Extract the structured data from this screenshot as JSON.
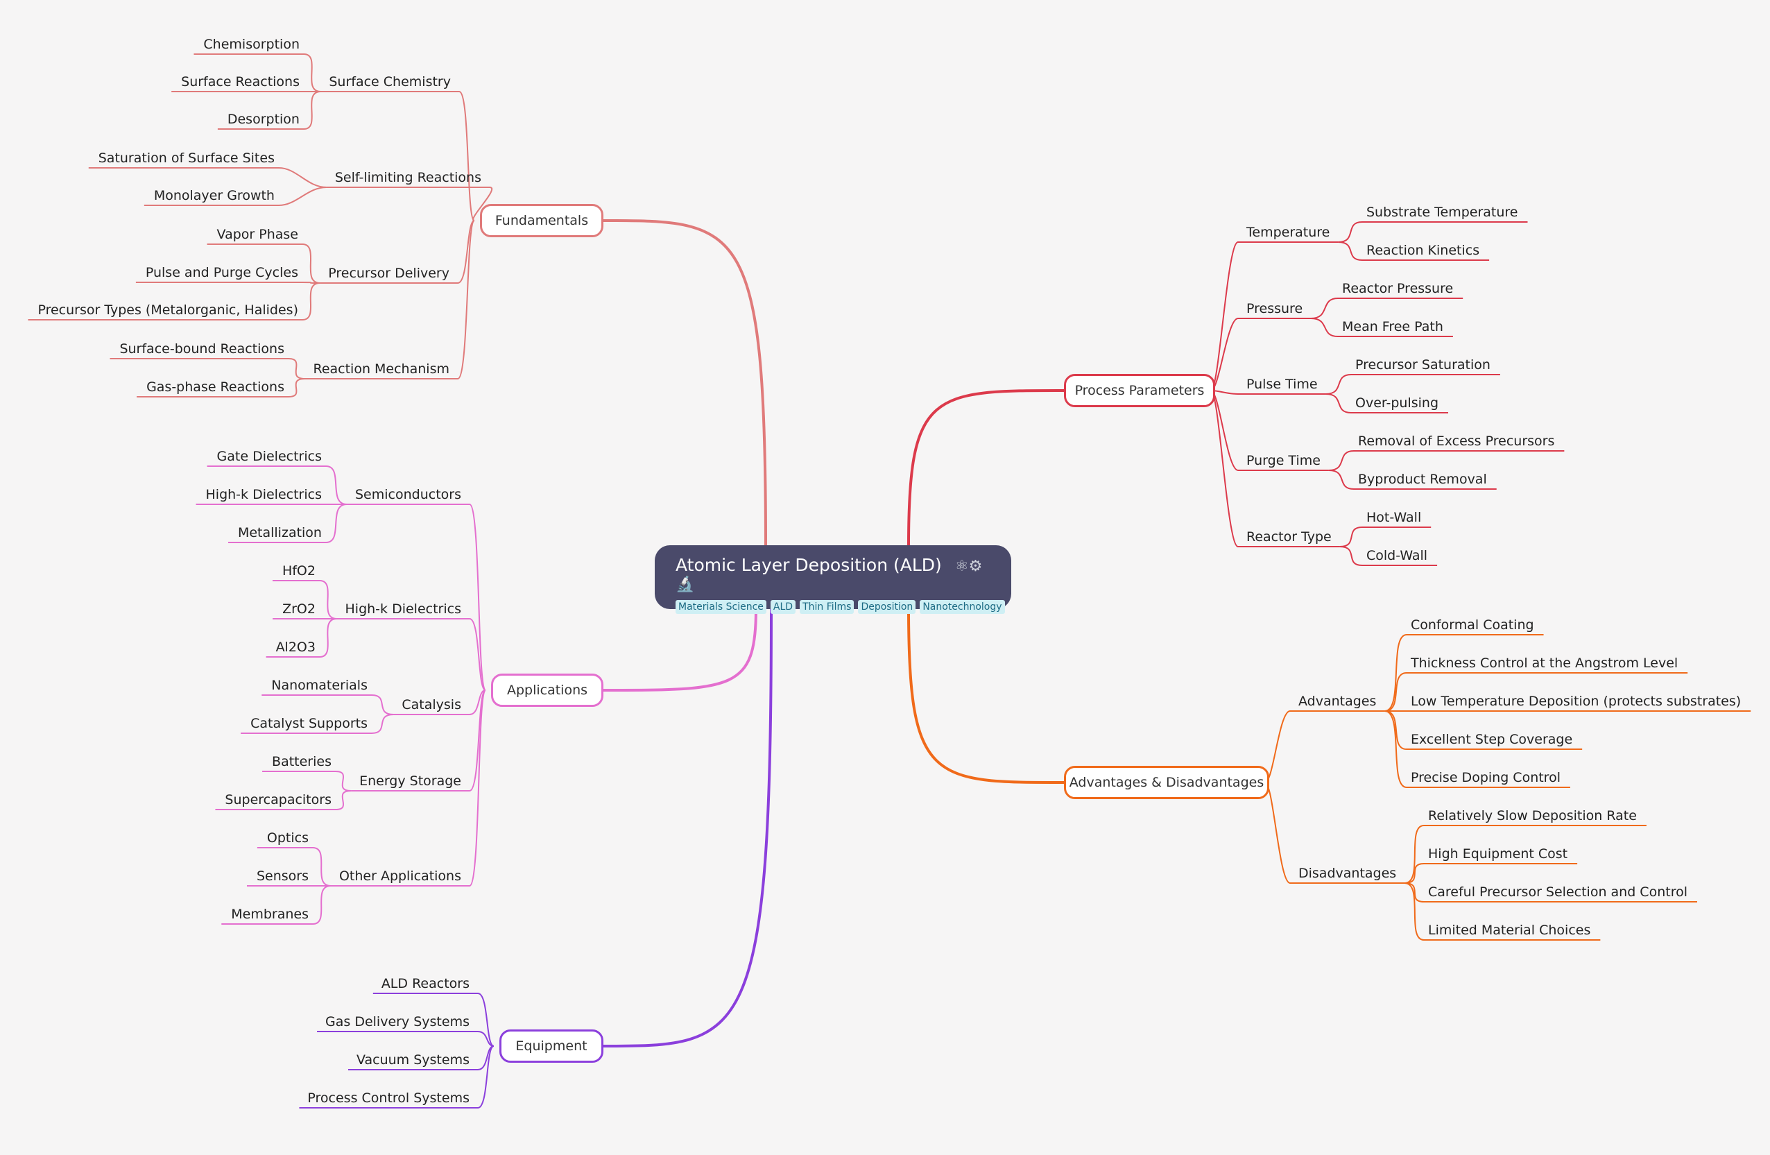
{
  "root": {
    "title": "Atomic Layer Deposition (ALD)",
    "icons": "⚛⚙🔬",
    "tags": [
      "Materials Science",
      "ALD",
      "Thin Films",
      "Deposition",
      "Nanotechnology"
    ]
  },
  "branches": [
    {
      "label": "Fundamentals",
      "color": "#e07a7a",
      "children": [
        {
          "label": "Surface Chemistry",
          "children": [
            "Chemisorption",
            "Surface Reactions",
            "Desorption"
          ]
        },
        {
          "label": "Self-limiting Reactions",
          "children": [
            "Saturation of Surface Sites",
            "Monolayer Growth"
          ]
        },
        {
          "label": "Precursor Delivery",
          "children": [
            "Vapor Phase",
            "Pulse and Purge Cycles",
            "Precursor Types (Metalorganic, Halides)"
          ]
        },
        {
          "label": "Reaction Mechanism",
          "children": [
            "Surface-bound Reactions",
            "Gas-phase Reactions"
          ]
        }
      ]
    },
    {
      "label": "Applications",
      "color": "#e46fcf",
      "children": [
        {
          "label": "Semiconductors",
          "children": [
            "Gate Dielectrics",
            "High-k Dielectrics",
            "Metallization"
          ]
        },
        {
          "label": "High-k Dielectrics",
          "children": [
            "HfO2",
            "ZrO2",
            "Al2O3"
          ]
        },
        {
          "label": "Catalysis",
          "children": [
            "Nanomaterials",
            "Catalyst Supports"
          ]
        },
        {
          "label": "Energy Storage",
          "children": [
            "Batteries",
            "Supercapacitors"
          ]
        },
        {
          "label": "Other Applications",
          "children": [
            "Optics",
            "Sensors",
            "Membranes"
          ]
        }
      ]
    },
    {
      "label": "Equipment",
      "color": "#8b3fdc",
      "children": [
        {
          "label": "ALD Reactors",
          "children": []
        },
        {
          "label": "Gas Delivery Systems",
          "children": []
        },
        {
          "label": "Vacuum Systems",
          "children": []
        },
        {
          "label": "Process Control Systems",
          "children": []
        }
      ]
    },
    {
      "label": "Process Parameters",
      "color": "#dc3a4b",
      "children": [
        {
          "label": "Temperature",
          "children": [
            "Substrate Temperature",
            "Reaction Kinetics"
          ]
        },
        {
          "label": "Pressure",
          "children": [
            "Reactor Pressure",
            "Mean Free Path"
          ]
        },
        {
          "label": "Pulse Time",
          "children": [
            "Precursor Saturation",
            "Over-pulsing"
          ]
        },
        {
          "label": "Purge Time",
          "children": [
            "Removal of Excess Precursors",
            "Byproduct Removal"
          ]
        },
        {
          "label": "Reactor Type",
          "children": [
            "Hot-Wall",
            "Cold-Wall"
          ]
        }
      ]
    },
    {
      "label": "Advantages & Disadvantages",
      "color": "#f06a1a",
      "children": [
        {
          "label": "Advantages",
          "children": [
            "Conformal Coating",
            "Thickness Control at the Angstrom Level",
            "Low Temperature Deposition (protects substrates)",
            "Excellent Step Coverage",
            "Precise Doping Control"
          ]
        },
        {
          "label": "Disadvantages",
          "children": [
            "Relatively Slow Deposition Rate",
            "High Equipment Cost",
            "Careful Precursor Selection and Control",
            "Limited Material Choices"
          ]
        }
      ]
    }
  ]
}
